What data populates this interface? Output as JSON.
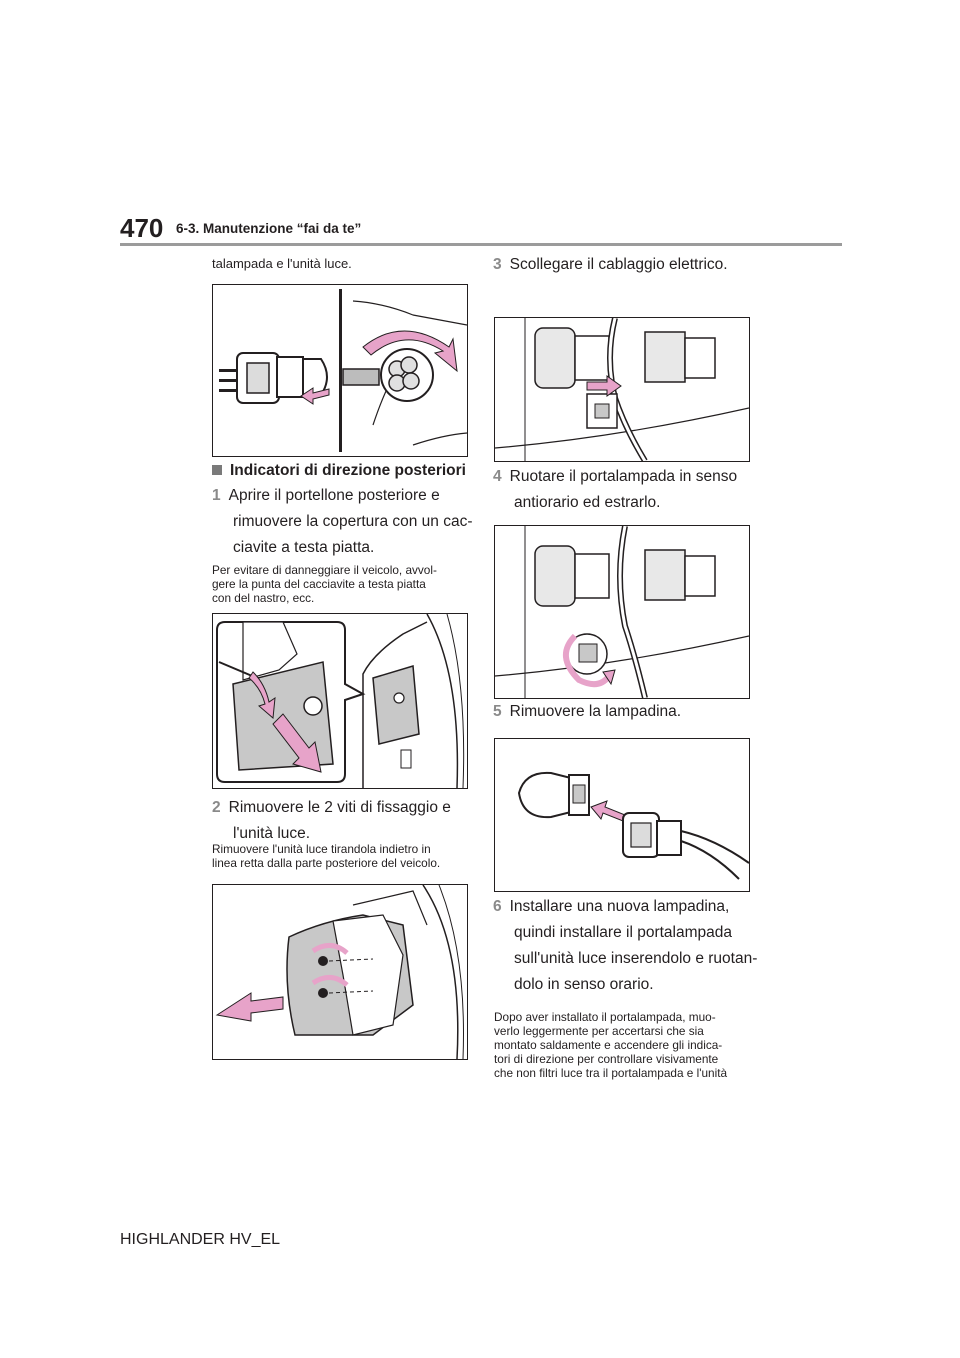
{
  "header": {
    "page_number": "470",
    "section": "6-3. Manutenzione “fai da te”"
  },
  "left_column": {
    "intro_text": "talampada e l'unità luce.",
    "heading": "Indicatori di direzione posteriori",
    "step1": {
      "num": "1",
      "lines": [
        "Aprire il portellone posteriore e",
        "rimuovere la copertura con un cac-",
        "ciavite a testa piatta."
      ]
    },
    "note1": [
      "Per evitare di danneggiare il veicolo, avvol-",
      "gere la punta del cacciavite a testa piatta",
      "con del nastro, ecc."
    ],
    "step2": {
      "num": "2",
      "lines": [
        "Rimuovere le 2 viti di fissaggio e",
        "l'unità luce."
      ]
    },
    "note2": [
      "Rimuovere l'unità luce tirandola indietro in",
      "linea retta dalla parte posteriore del veicolo."
    ]
  },
  "right_column": {
    "step3": {
      "num": "3",
      "lines": [
        "Scollegare il cablaggio elettrico."
      ]
    },
    "step4": {
      "num": "4",
      "lines": [
        "Ruotare il portalampada in senso",
        "antiorario ed estrarlo."
      ]
    },
    "step5": {
      "num": "5",
      "lines": [
        "Rimuovere la lampadina."
      ]
    },
    "step6": {
      "num": "6",
      "lines": [
        "Installare una nuova lampadina,",
        "quindi installare il portalampada",
        "sull'unità luce inserendolo e ruotan-",
        "dolo in senso orario."
      ]
    },
    "note6": [
      "Dopo aver installato il portalampada, muo-",
      "verlo leggermente per accertarsi che sia",
      "montato saldamente e accendere gli indica-",
      "tori di direzione per controllare visivamente",
      "che non filtri luce tra il portalampada e l'unità"
    ]
  },
  "footer": {
    "model": "HIGHLANDER HV_EL"
  },
  "colors": {
    "arrow": "#e7a3c9",
    "rule": "#9b9b9b",
    "part_gray": "#c8c8c8"
  }
}
